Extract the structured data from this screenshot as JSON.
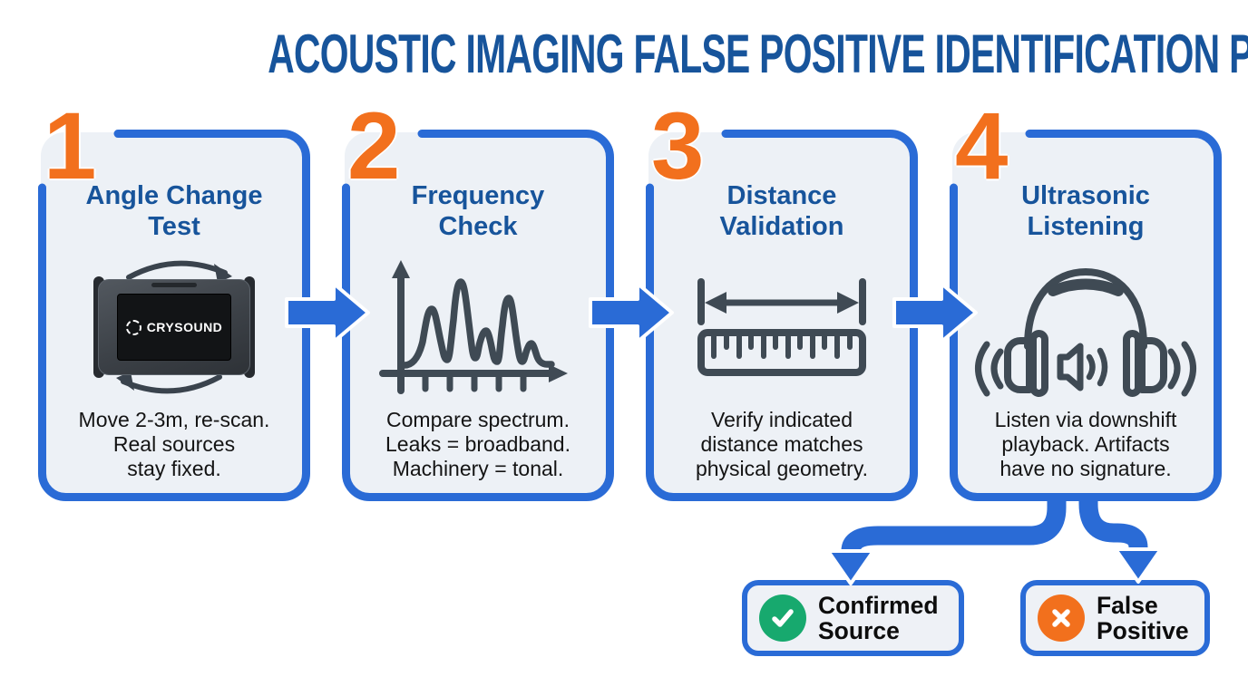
{
  "title": "ACOUSTIC IMAGING FALSE POSITIVE IDENTIFICATION PROCESS",
  "colors": {
    "heading_blue": "#17549b",
    "border_blue": "#2a6bd6",
    "step_orange": "#f2701d",
    "card_background": "#edf1f6",
    "icon_slate": "#3f4a54",
    "confirm_green": "#17a96e",
    "reject_orange": "#f2701d"
  },
  "steps": [
    {
      "number": "1",
      "title": "Angle Change\nTest",
      "description": "Move 2-3m, re-scan.\nReal sources\nstay fixed.",
      "icon": "acoustic-camera-rotation",
      "device_brand": "CRYSOUND"
    },
    {
      "number": "2",
      "title": "Frequency\nCheck",
      "description": "Compare spectrum.\nLeaks = broadband.\nMachinery = tonal.",
      "icon": "frequency-spectrum"
    },
    {
      "number": "3",
      "title": "Distance\nValidation",
      "description": "Verify indicated\ndistance matches\nphysical geometry.",
      "icon": "ruler-distance"
    },
    {
      "number": "4",
      "title": "Ultrasonic\nListening",
      "description": "Listen via downshift\nplayback. Artifacts\nhave no signature.",
      "icon": "headphones-ultrasonic"
    }
  ],
  "outcomes": [
    {
      "label": "Confirmed\nSource",
      "icon": "check-circle",
      "color": "#17a96e"
    },
    {
      "label": "False\nPositive",
      "icon": "cross-circle",
      "color": "#f2701d"
    }
  ]
}
